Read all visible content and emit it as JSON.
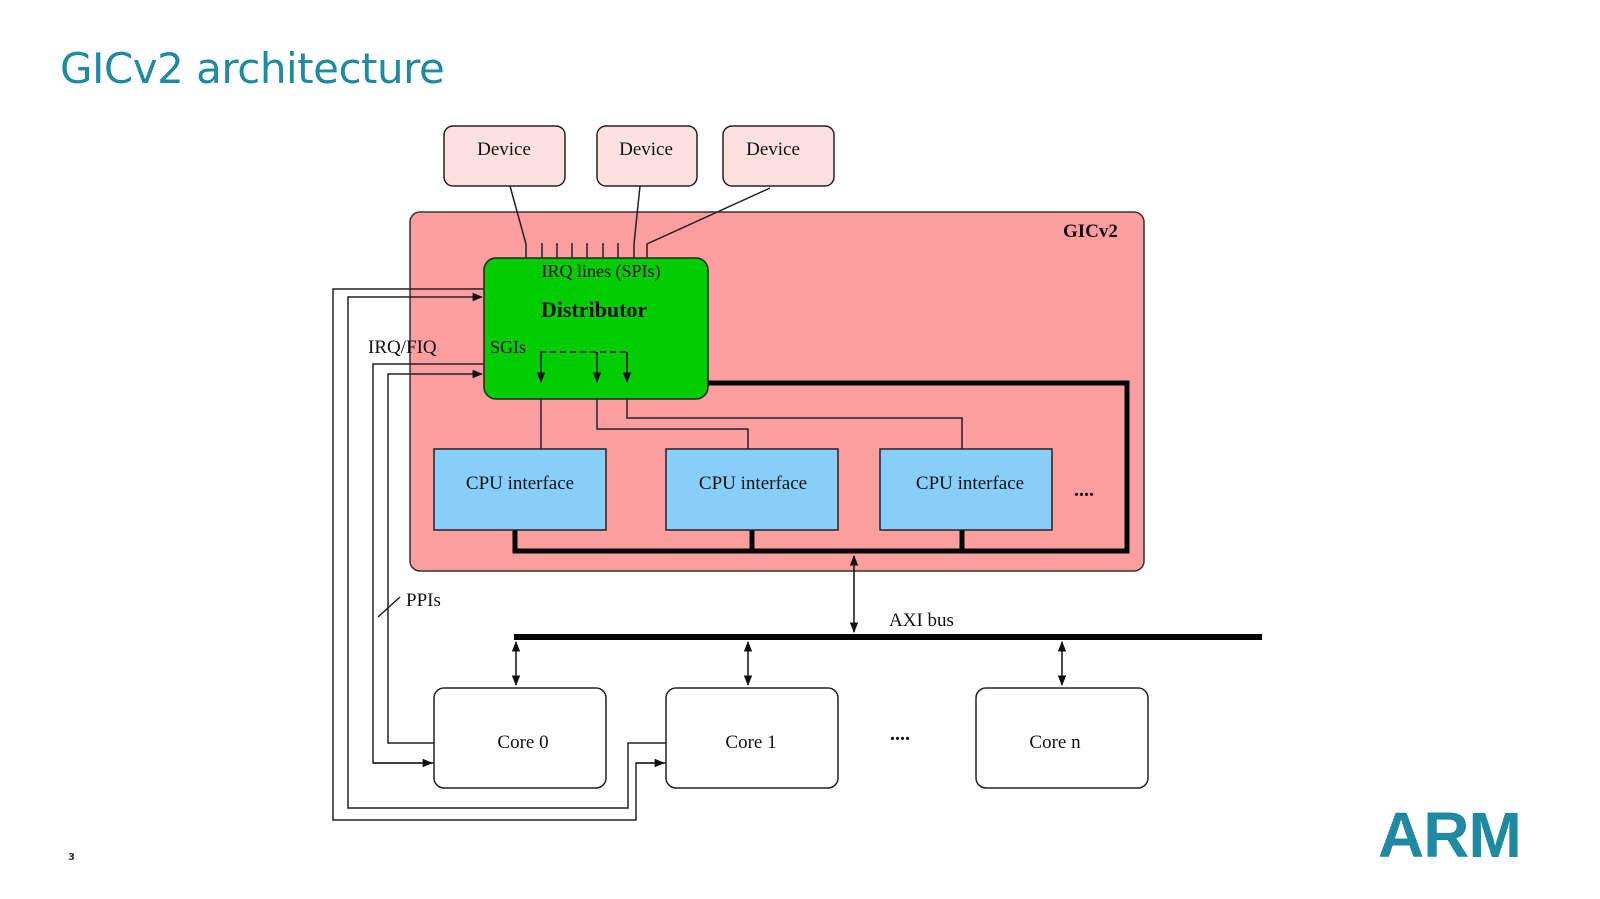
{
  "slide": {
    "title": "GICv2 architecture",
    "page_number": "3",
    "logo_text": "ARM"
  },
  "colors": {
    "title": "#1f8aa0",
    "gic_region": "#ff9e9e",
    "distributor": "#00cc00",
    "cpu_interface": "#87cefa",
    "device": "#ffe0e0",
    "core": "#ffffff"
  },
  "diagram": {
    "devices": [
      {
        "label": "Device"
      },
      {
        "label": "Device"
      },
      {
        "label": "Device"
      }
    ],
    "gic": {
      "label": "GICv2"
    },
    "distributor": {
      "title": "Distributor",
      "irq_lines_label": "IRQ lines (SPIs)",
      "sgi_label": "SGIs"
    },
    "cpu_interfaces": [
      {
        "label": "CPU interface"
      },
      {
        "label": "CPU interface"
      },
      {
        "label": "CPU interface"
      }
    ],
    "cpu_interfaces_ellipsis": "....",
    "irq_fiq_label": "IRQ/FIQ",
    "ppis_label": "PPIs",
    "axi_bus_label": "AXI bus",
    "cores": [
      {
        "label": "Core 0"
      },
      {
        "label": "Core 1"
      },
      {
        "label": "Core n"
      }
    ],
    "cores_ellipsis": "...."
  }
}
